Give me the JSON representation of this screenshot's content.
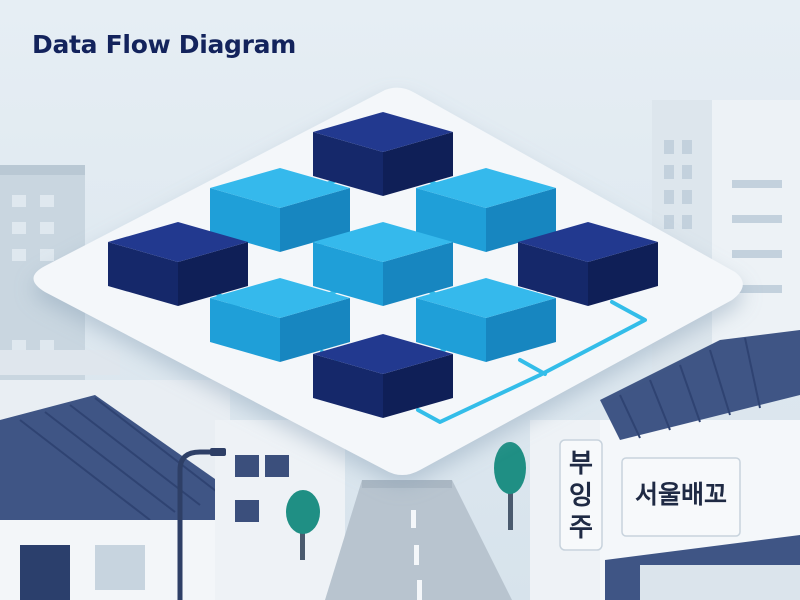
{
  "title": "Data Flow Diagram",
  "signs": {
    "vertical_chars": [
      "부",
      "잉",
      "주"
    ],
    "horizontal": "서울배꼬"
  },
  "palette": {
    "sky": "#dfe9f0",
    "dark_block": "#1b3385",
    "light_block": "#1fa7e1",
    "connector": "#33bde9",
    "platform": "#f4f7fa",
    "title_text": "#13235c",
    "roof": "#3f5585",
    "tree": "#1f8f84"
  },
  "diagram": {
    "blocks": [
      {
        "id": "top",
        "tone": "dark"
      },
      {
        "id": "upper-left",
        "tone": "light"
      },
      {
        "id": "upper-right",
        "tone": "light"
      },
      {
        "id": "left",
        "tone": "dark"
      },
      {
        "id": "center",
        "tone": "light"
      },
      {
        "id": "right",
        "tone": "dark"
      },
      {
        "id": "lower-left",
        "tone": "light"
      },
      {
        "id": "lower-right",
        "tone": "light"
      },
      {
        "id": "bottom",
        "tone": "dark"
      }
    ]
  }
}
